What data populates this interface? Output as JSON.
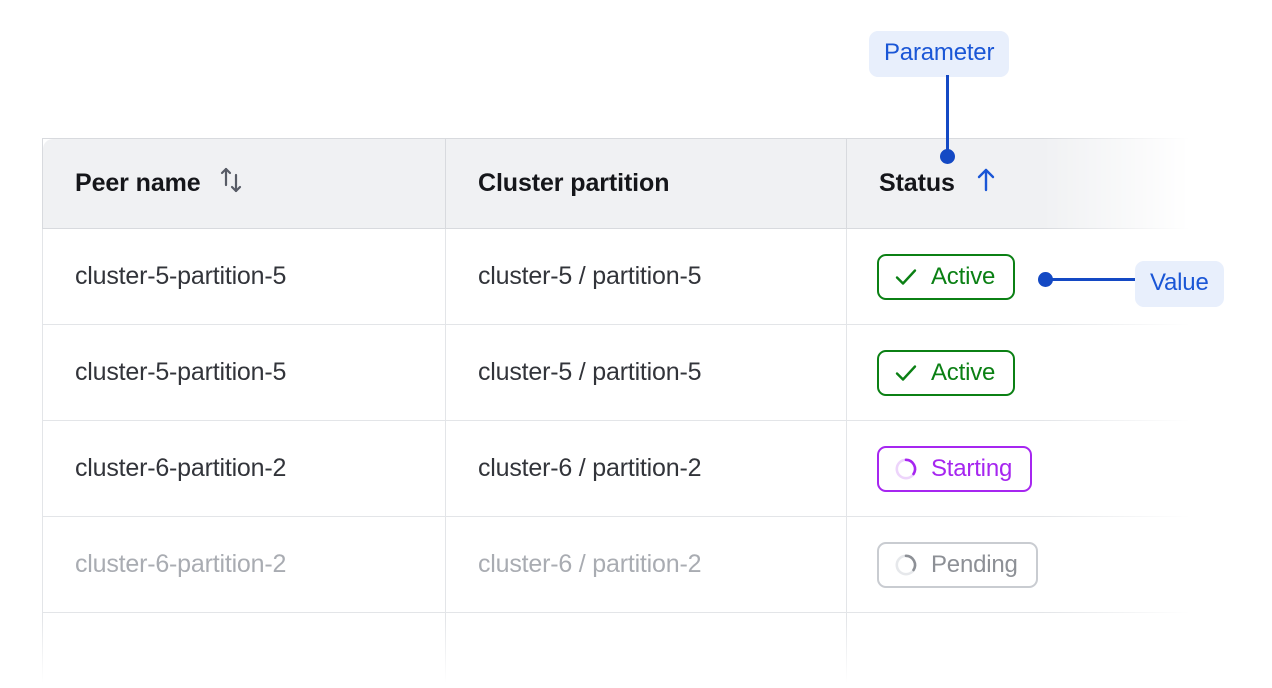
{
  "table": {
    "columns": [
      {
        "label": "Peer name",
        "sort_icon": "sort-both-arrows-icon",
        "sorted": false
      },
      {
        "label": "Cluster partition",
        "sort_icon": null,
        "sorted": false
      },
      {
        "label": "Status",
        "sort_icon": "arrow-up-icon",
        "sorted": true
      }
    ],
    "rows": [
      {
        "peer_name": "cluster-5-partition-5",
        "cluster_partition": "cluster-5 / partition-5",
        "status": "Active",
        "status_kind": "active",
        "status_icon": "check-icon",
        "faded": false
      },
      {
        "peer_name": "cluster-5-partition-5",
        "cluster_partition": "cluster-5 / partition-5",
        "status": "Active",
        "status_kind": "active",
        "status_icon": "check-icon",
        "faded": false
      },
      {
        "peer_name": "cluster-6-partition-2",
        "cluster_partition": "cluster-6 / partition-2",
        "status": "Starting",
        "status_kind": "starting",
        "status_icon": "spinner-icon",
        "faded": false
      },
      {
        "peer_name": "cluster-6-partition-2",
        "cluster_partition": "cluster-6 / partition-2",
        "status": "Pending",
        "status_kind": "pending",
        "status_icon": "spinner-icon",
        "faded": true
      },
      {
        "peer_name": "",
        "cluster_partition": "",
        "status": "",
        "status_kind": "pending",
        "status_icon": "spinner-icon",
        "faded": true
      }
    ]
  },
  "annotations": {
    "parameter": {
      "label": "Parameter",
      "target": "Status column header"
    },
    "value": {
      "label": "Value",
      "target": "Active status pill"
    }
  },
  "colors": {
    "accent_blue": "#1449c4",
    "callout_bg": "#e8effc",
    "callout_text": "#1a56d6",
    "status_active": "#0b8014",
    "status_starting": "#a626f0",
    "status_pending": "#8d9096",
    "header_bg": "#f0f1f3",
    "border": "#e3e5e8"
  }
}
